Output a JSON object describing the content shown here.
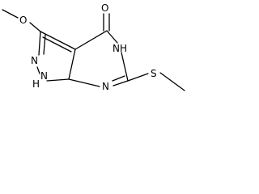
{
  "molecule": {
    "labels": {
      "o_methoxy": "O",
      "o_carbonyl": "O",
      "n_pyrazole": "N",
      "nh_pyrazole": "N",
      "h_pyrazole": "H",
      "n_pyrimidine_top": "N",
      "h_pyrimidine_top": "H",
      "n_pyrimidine_bottom": "N",
      "s_thioether": "S"
    }
  }
}
